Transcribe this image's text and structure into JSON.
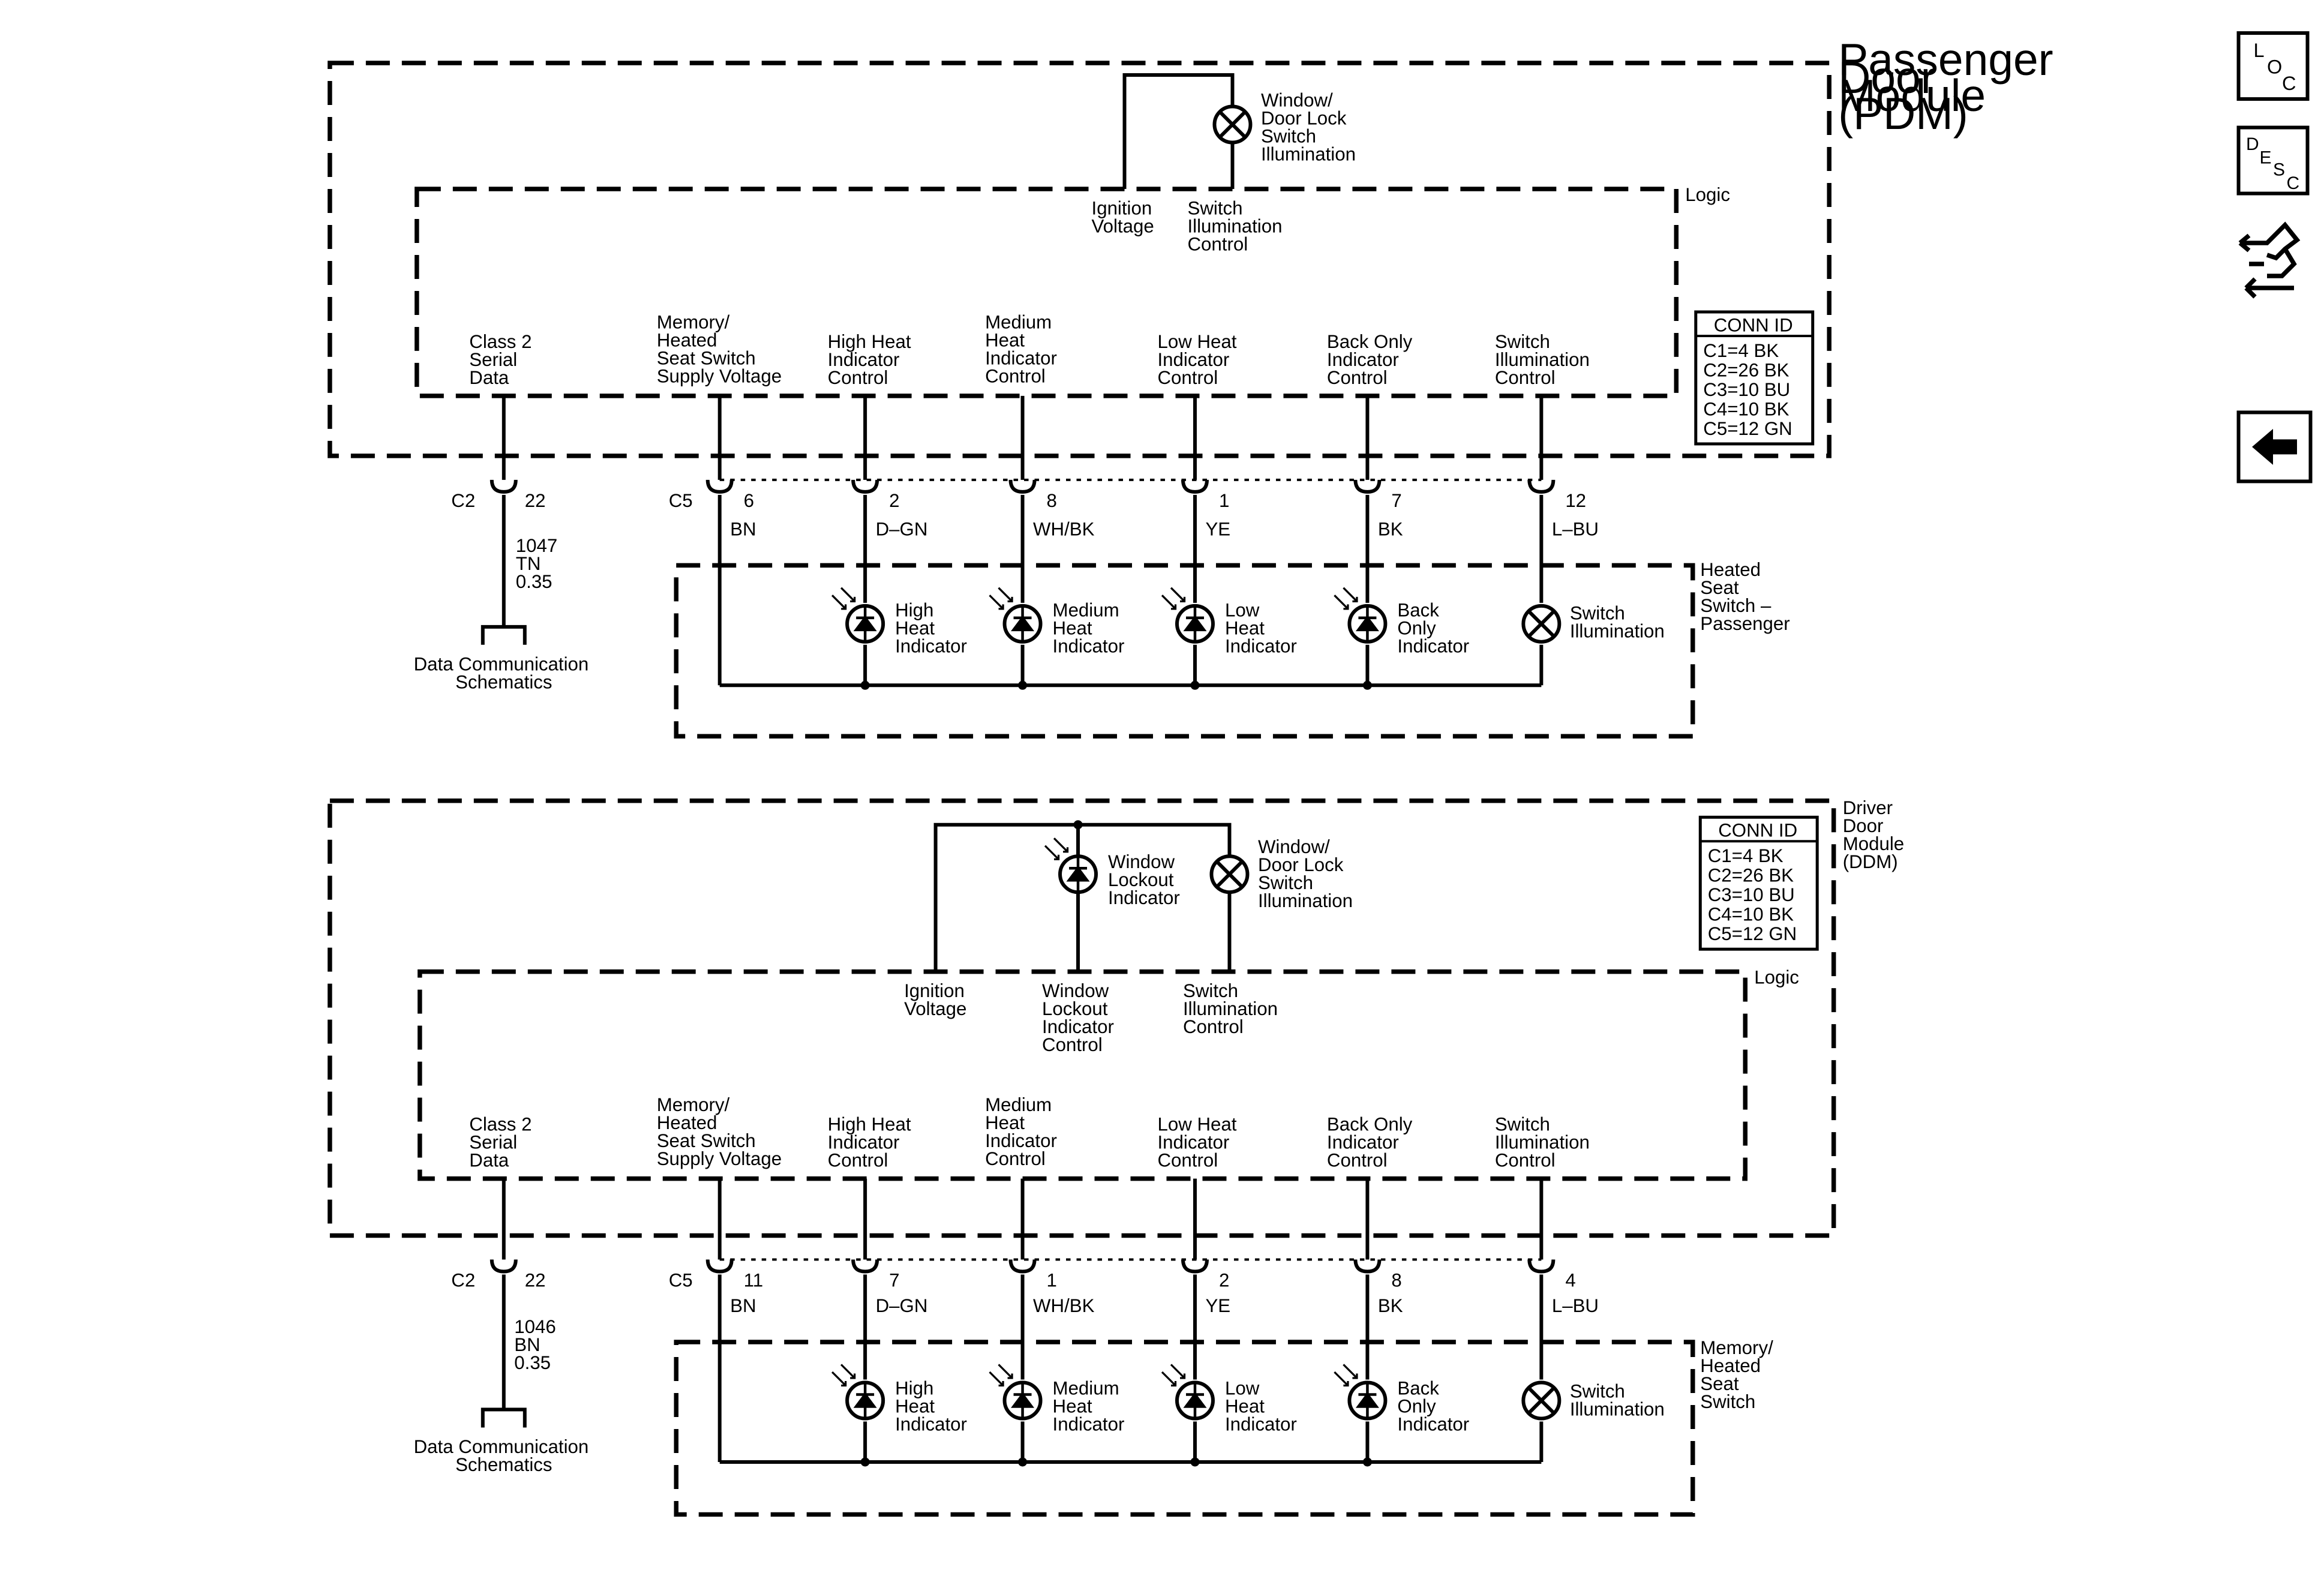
{
  "nav": {
    "loc": {
      "l": "L",
      "o": "O",
      "c": "C"
    },
    "desc": {
      "d": "D",
      "e": "E",
      "s": "S",
      "c": "C"
    }
  },
  "conn_id": {
    "title": "CONN ID",
    "rows": [
      "C1=4 BK",
      "C2=26 BK",
      "C3=10 BU",
      "C4=10 BK",
      "C5=12 GN"
    ]
  },
  "logic_label": "Logic",
  "bulb_label": [
    "Window/",
    "Door Lock",
    "Switch",
    "Illumination"
  ],
  "ignition_label": [
    "Ignition",
    "Voltage"
  ],
  "switch_illum_control": [
    "Switch",
    "Illumination",
    "Control"
  ],
  "c2": {
    "name": "C2",
    "pin": "22"
  },
  "c5_name": "C5",
  "dcs_label": [
    "Data Communication",
    "Schematics"
  ],
  "logic_terms": [
    [
      "Class 2",
      "Serial",
      "Data"
    ],
    [
      "Memory/",
      "Heated",
      "Seat Switch",
      "Supply Voltage"
    ],
    [
      "High Heat",
      "Indicator",
      "Control"
    ],
    [
      "Medium",
      "Heat",
      "Indicator",
      "Control"
    ],
    [
      "Low Heat",
      "Indicator",
      "Control"
    ],
    [
      "Back Only",
      "Indicator",
      "Control"
    ],
    [
      "Switch",
      "Illumination",
      "Control"
    ]
  ],
  "switch_labels": [
    [
      "High",
      "Heat",
      "Indicator"
    ],
    [
      "Medium",
      "Heat",
      "Indicator"
    ],
    [
      "Low",
      "Heat",
      "Indicator"
    ],
    [
      "Back",
      "Only",
      "Indicator"
    ],
    [
      "Switch",
      "Illumination"
    ]
  ],
  "wire_colors": [
    "BN",
    "D–GN",
    "WH/BK",
    "YE",
    "BK",
    "L–BU"
  ],
  "passenger": {
    "module_label": [
      "Passenger",
      "Door",
      "Module",
      "(PDM)"
    ],
    "switch_label": [
      "Heated",
      "Seat",
      "Switch –",
      "Passenger"
    ],
    "c2_circuit": [
      "1047",
      "TN",
      "0.35"
    ],
    "c5_pins": [
      "6",
      "2",
      "8",
      "1",
      "7",
      "12"
    ]
  },
  "driver": {
    "module_label": [
      "Driver",
      "Door",
      "Module",
      "(DDM)"
    ],
    "switch_label": [
      "Memory/",
      "Heated",
      "Seat",
      "Switch"
    ],
    "c2_circuit": [
      "1046",
      "BN",
      "0.35"
    ],
    "c5_pins": [
      "11",
      "7",
      "1",
      "2",
      "8",
      "4"
    ],
    "lockout_label": [
      "Window",
      "Lockout",
      "Indicator"
    ],
    "lockout_control": [
      "Window",
      "Lockout",
      "Indicator",
      "Control"
    ]
  }
}
